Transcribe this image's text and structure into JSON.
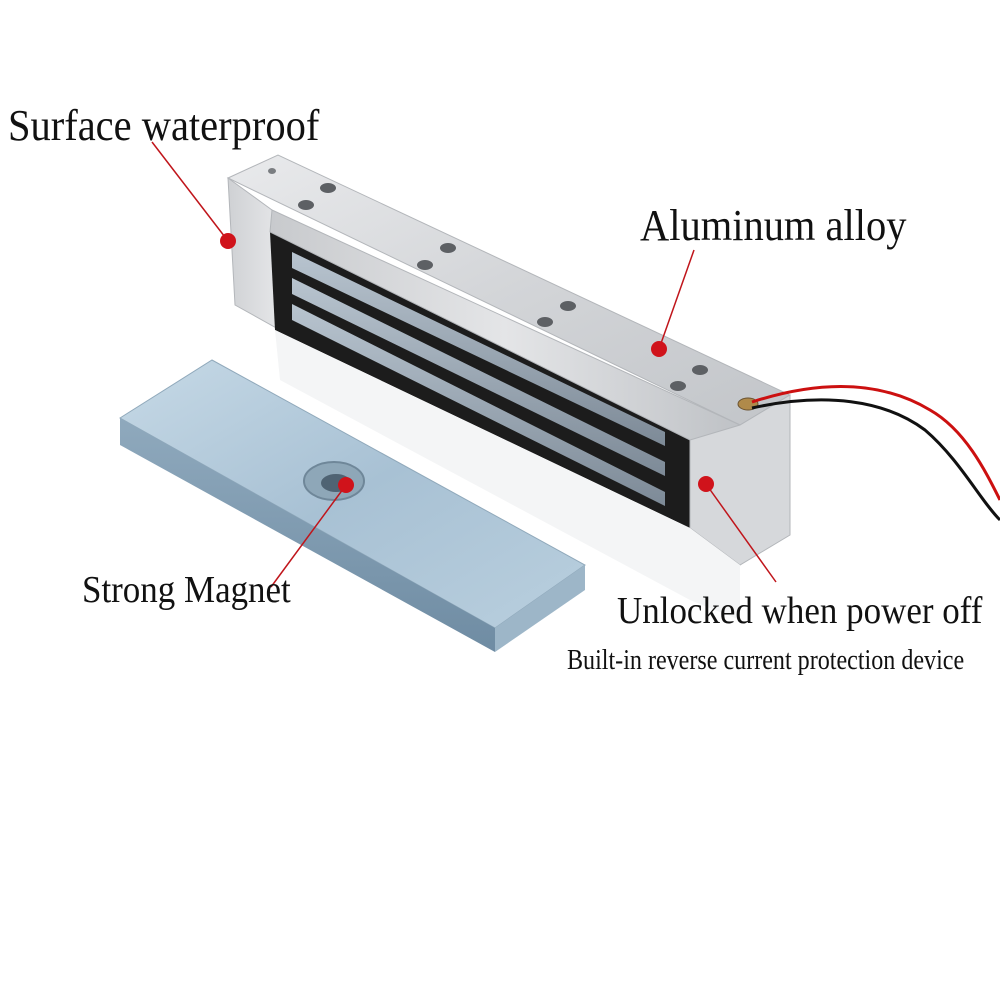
{
  "callouts": {
    "surface": "Surface waterproof",
    "aluminum": "Aluminum alloy",
    "magnet": "Strong Magnet",
    "unlocked": "Unlocked when power off",
    "builtin": "Built-in reverse current protection device"
  },
  "colors": {
    "callout_line": "#c0151b",
    "callout_dot": "#d0131b",
    "lock_body": "#d8dadc",
    "lock_face": "#1a1a1a",
    "armature_plate": "#a9c4d8",
    "wire_red": "#cc1010",
    "wire_black": "#111111"
  },
  "product": {
    "lock_icon": "electromagnetic-lock-icon",
    "plate_icon": "armature-plate-icon"
  }
}
